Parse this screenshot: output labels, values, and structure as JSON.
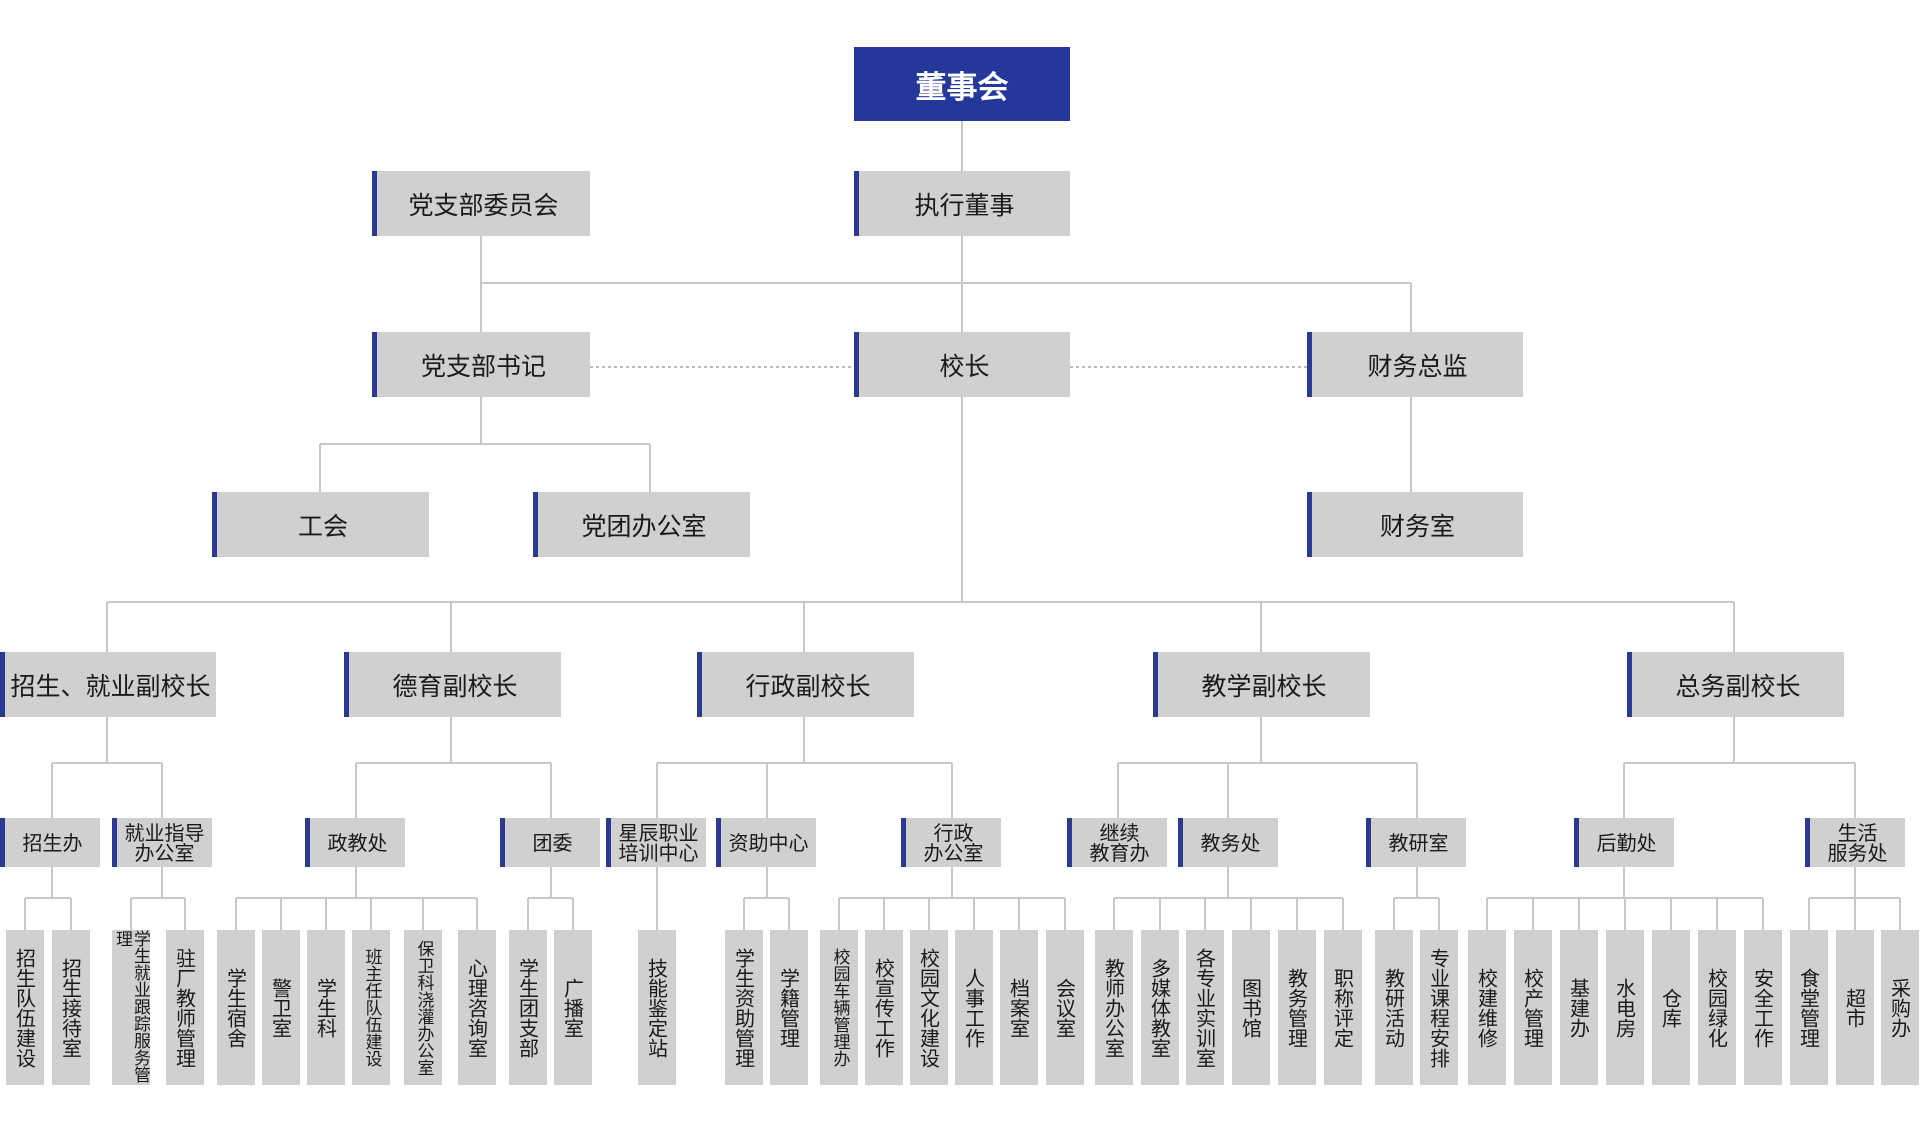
{
  "colors": {
    "accent": "#2b3990",
    "top_fill": "#24389b",
    "box_fill": "#d0d0d0",
    "line": "#c8c8c8"
  },
  "board": "董事会",
  "party_committee": "党支部委员会",
  "exec_director": "执行董事",
  "party_secretary": "党支部书记",
  "principal": "校长",
  "cfo": "财务总监",
  "union": "工会",
  "party_office": "党团办公室",
  "finance_office": "财务室",
  "vps": {
    "enroll": "招生、就业副校长",
    "moral": "德育副校长",
    "admin": "行政副校长",
    "teaching": "教学副校长",
    "general": "总务副校长"
  },
  "depts": {
    "enroll_office": "招生办",
    "employment": "就业指导\n办公室",
    "politics": "政教处",
    "league": "团委",
    "xingchen": "星辰职业\n培训中心",
    "aid": "资助中心",
    "admin_office": "行政\n办公室",
    "continuing": "继续\n教育办",
    "academic": "教务处",
    "research": "教研室",
    "logistics": "后勤处",
    "life": "生活\n服务处"
  },
  "leaves": {
    "enroll_office": [
      "招生队伍建设",
      "招生接待室"
    ],
    "employment": [
      "学生就业跟踪服务管理",
      "驻厂教师管理"
    ],
    "politics": [
      "学生宿舍",
      "警卫室",
      "学生科",
      "班主任队伍建设",
      "保卫科浇灌办公室",
      "心理咨询室"
    ],
    "league": [
      "学生团支部",
      "广播室"
    ],
    "xingchen": [
      "技能鉴定站"
    ],
    "aid": [
      "学生资助管理",
      "学籍管理"
    ],
    "admin_office": [
      "校园车辆管理办",
      "校宣传工作",
      "校园文化建设",
      "人事工作",
      "档案室",
      "会议室"
    ],
    "academic": [
      "教师办公室",
      "多媒体教室",
      "各专业实训室",
      "图书馆",
      "教务管理",
      "职称评定"
    ],
    "research": [
      "教研活动",
      "专业课程安排"
    ],
    "logistics": [
      "校建维修",
      "校产管理",
      "基建办",
      "水电房",
      "仓库",
      "校园绿化",
      "安全工作"
    ],
    "life": [
      "食堂管理",
      "超市",
      "采购办"
    ]
  }
}
